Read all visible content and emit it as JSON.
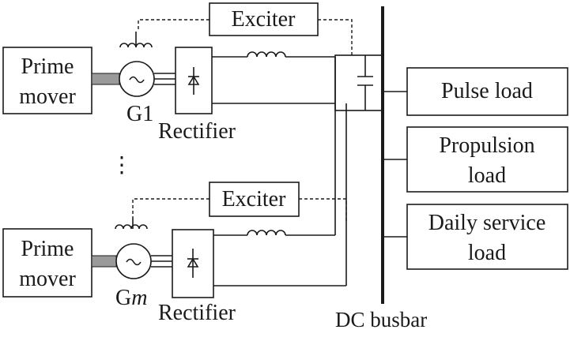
{
  "labels": {
    "prime_mover_line1": "Prime",
    "prime_mover_line2": "mover",
    "exciter": "Exciter",
    "generator_1_prefix": "G",
    "generator_1_suffix": "1",
    "generator_m_prefix": "G",
    "generator_m_suffix": "m",
    "rectifier": "Rectifier",
    "ellipsis": "⋮",
    "dc_busbar": "DC busbar",
    "pulse_load": "Pulse load",
    "propulsion_load_line1": "Propulsion",
    "propulsion_load_line2": "load",
    "daily_service_load_line1": "Daily service",
    "daily_service_load_line2": "load"
  },
  "colors": {
    "line": "#1a1a1a",
    "shaft": "#9a9a9a",
    "background": "#ffffff"
  }
}
